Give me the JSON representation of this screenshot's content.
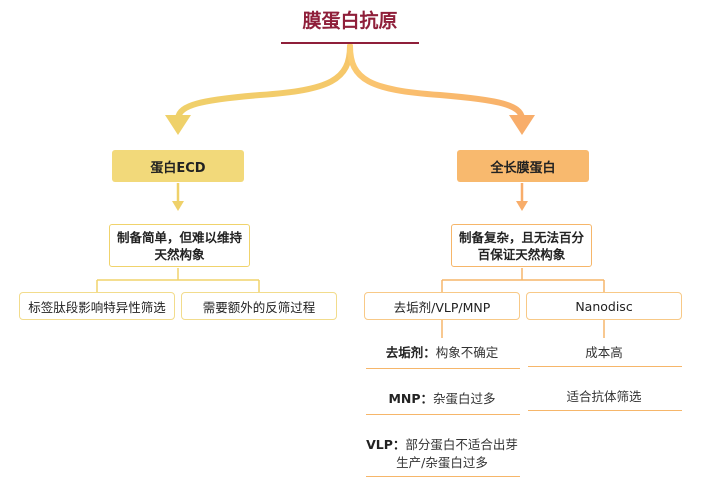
{
  "title": "膜蛋白抗原",
  "ecd": {
    "label": "蛋白ECD",
    "desc": "制备简单，但难以维持天然构象",
    "children": [
      "标签肽段影响特异性筛选",
      "需要额外的反筛过程"
    ]
  },
  "full": {
    "label": "全长膜蛋白",
    "desc": "制备复杂，且无法百分百保证天然构象",
    "children": [
      "去垢剂/VLP/MNP",
      "Nanodisc"
    ],
    "notes_left": [
      {
        "head": "去垢剂：",
        "text": "构象不确定"
      },
      {
        "head": "MNP：",
        "text": "杂蛋白过多"
      },
      {
        "head": "VLP：",
        "text": "部分蛋白不适合出芽生产/杂蛋白过多"
      }
    ],
    "notes_right": [
      "成本高",
      "适合抗体筛选"
    ]
  },
  "colors": {
    "title": "#8f1f3a",
    "ecd": "#f2d97a",
    "full": "#f8b96e",
    "ecd_line": "#f0d36c",
    "full_line": "#f6b66a"
  }
}
